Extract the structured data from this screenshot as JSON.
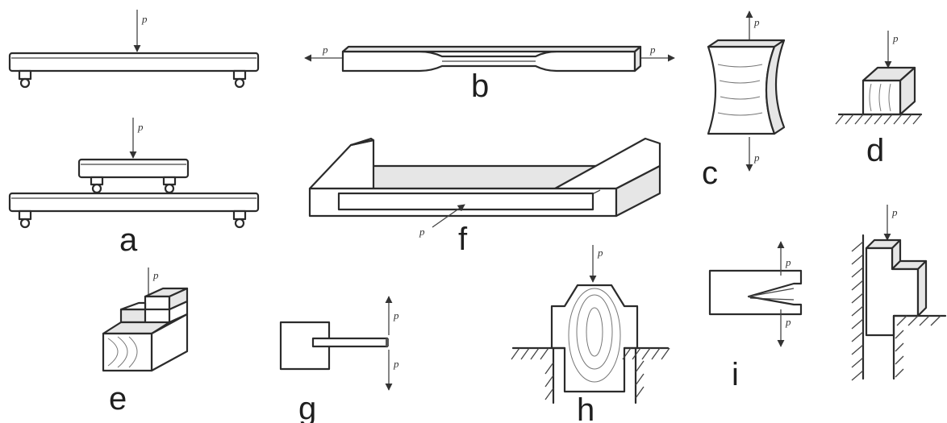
{
  "panels": {
    "a": {
      "label": "a",
      "force": "p"
    },
    "b": {
      "label": "b",
      "force": "p"
    },
    "c": {
      "label": "c",
      "force": "p"
    },
    "d": {
      "label": "d",
      "force": "p"
    },
    "e": {
      "label": "e",
      "force": "p"
    },
    "f": {
      "label": "f",
      "force": "p"
    },
    "g": {
      "label": "g",
      "force": "p"
    },
    "h": {
      "label": "h",
      "force": "p"
    },
    "i": {
      "label": "i",
      "force": "p"
    },
    "j": {
      "force": "p"
    }
  }
}
